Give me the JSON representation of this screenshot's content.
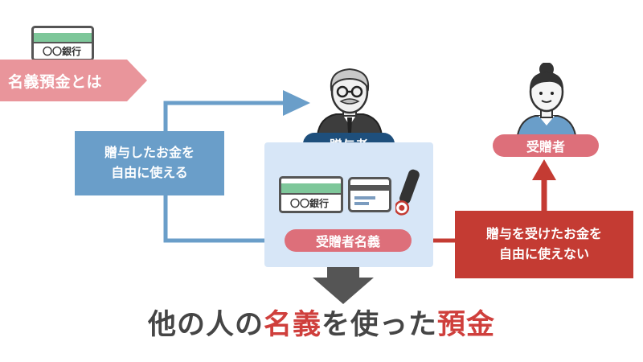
{
  "banner": {
    "label": "名義預金とは",
    "bank_label": "〇〇銀行"
  },
  "left_box": {
    "line1": "贈与したお金を",
    "line2": "自由に使える"
  },
  "giver": {
    "label": "贈与者"
  },
  "receiver": {
    "label": "受贈者"
  },
  "panel": {
    "bank_label": "〇〇銀行",
    "nominee_label": "受贈者名義"
  },
  "right_box": {
    "line1": "贈与を受けたお金を",
    "line2": "自由に使えない"
  },
  "headline": {
    "part1": "他の人の",
    "part2": "名義",
    "part3": "を使った",
    "part4": "預金"
  },
  "colors": {
    "blue": "#6a9ec9",
    "navy": "#1e4f7c",
    "pink": "#dd6f7a",
    "red": "#c43b33",
    "panel": "#d7e6f7",
    "accent": "#cf3f3c"
  }
}
